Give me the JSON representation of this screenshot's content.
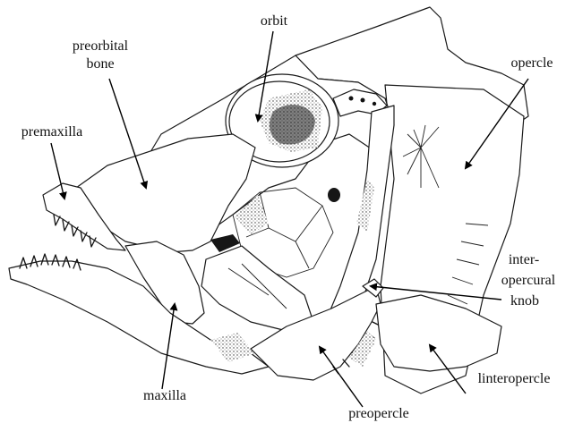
{
  "labels": {
    "orbit": "orbit",
    "preorbital_line1": "preorbital",
    "preorbital_line2": "bone",
    "opercle": "opercle",
    "premaxilla": "premaxilla",
    "interopercural_line1": "inter-",
    "interopercural_line2": "opercural",
    "interopercural_line3": "knob",
    "linteropercle": "linteropercle",
    "maxilla": "maxilla",
    "preopercle": "preopercle"
  },
  "icons": {
    "skull": "fish-skull-drawing"
  }
}
